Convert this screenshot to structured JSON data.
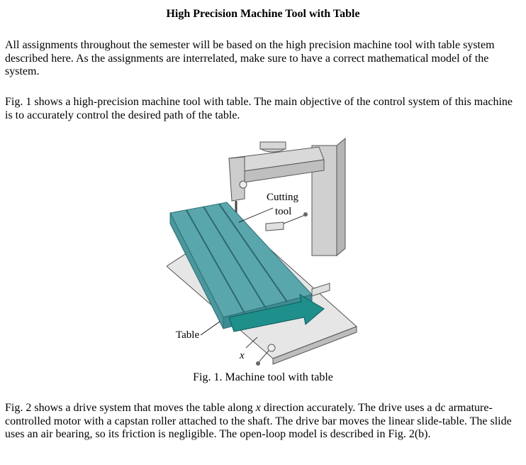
{
  "title": "High Precision Machine Tool with Table",
  "paragraphs": {
    "p1": "All assignments throughout the semester will be based on the high precision machine tool with table system described here. As the assignments are interrelated, make sure to have a correct mathematical model of the system.",
    "p2": "Fig. 1 shows a high-precision machine tool with table. The main objective of the control system of this machine is to accurately control the desired path of the table.",
    "p3_a": "Fig. 2 shows a drive system that moves the table along ",
    "p3_var": "x",
    "p3_b": " direction accurately. The drive uses a dc armature-controlled motor with a capstan roller attached to the shaft. The drive bar moves the linear slide-table. The slide uses an air bearing, so its friction is negligible. The open-loop model is described in Fig. 2(b)."
  },
  "figure": {
    "label_cutting": "Cutting",
    "label_tool": "tool",
    "label_table": "Table",
    "label_x": "x",
    "caption": "Fig. 1. Machine tool with table"
  },
  "colors": {
    "table_teal": "#5aa6ad",
    "arrow_teal": "#1f8f8c",
    "machine_gray": "#d9d9d9"
  }
}
